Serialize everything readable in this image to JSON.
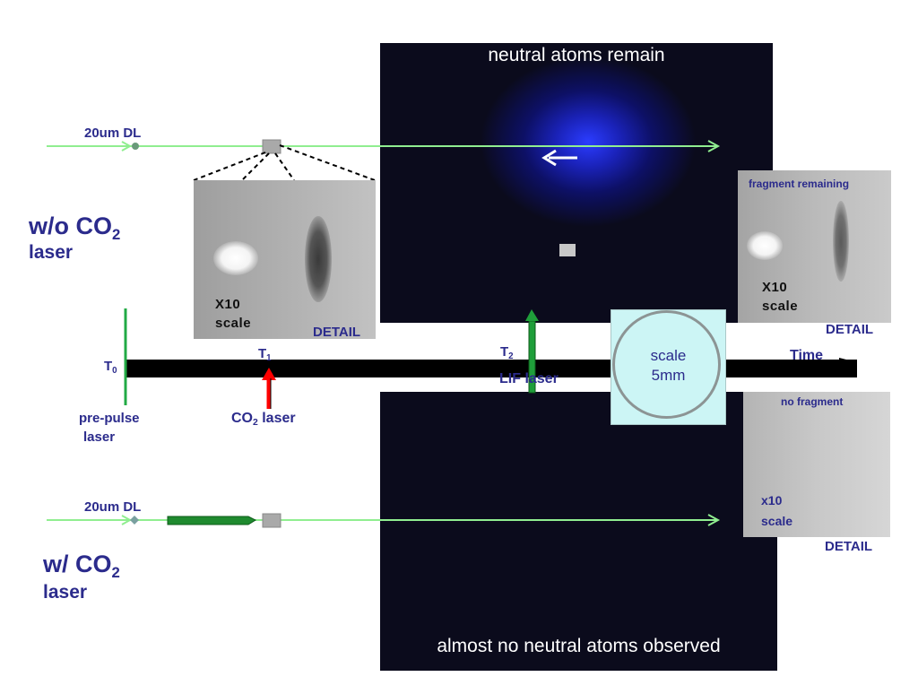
{
  "top_panel": {
    "caption": "neutral atoms remain"
  },
  "bottom_panel": {
    "caption": "almost no neutral atoms observed"
  },
  "labels": {
    "dl_top": "20um DL",
    "dl_bottom": "20um DL",
    "without_co2_main": "w/o CO",
    "without_co2_sub": "2",
    "without_co2_laser": "laser",
    "with_co2_main": "w/ CO",
    "with_co2_sub": "2",
    "with_co2_laser": "laser",
    "t0_main": "T",
    "t0_sub": "0",
    "t1_main": "T",
    "t1_sub": "1",
    "t2_main": "T",
    "t2_sub": "2",
    "time": "Time",
    "prepulse_line1": "pre-pulse",
    "prepulse_line2": "laser",
    "co2_laser_main": "CO",
    "co2_laser_sub": "2",
    "co2_laser_rest": " laser",
    "lif_laser": "LIF laser"
  },
  "scale_circle": {
    "line1": "scale",
    "line2": "5mm"
  },
  "detail_left": {
    "line1": "X10",
    "line2": "scale",
    "detail": "DETAIL"
  },
  "detail_right_top": {
    "title": "fragment remaining",
    "line1": "X10",
    "line2": "scale",
    "detail": "DETAIL"
  },
  "detail_right_bottom": {
    "title": "no fragment",
    "line1": "x10",
    "line2": "scale",
    "detail": "DETAIL"
  },
  "colors": {
    "navy": "#2b2b8c",
    "beam": "#90ee90",
    "timeline": "#000000",
    "arrow_green": "#1f9e3a",
    "arrow_red": "#ff0000",
    "scale_fill": "#ccf5f5"
  }
}
